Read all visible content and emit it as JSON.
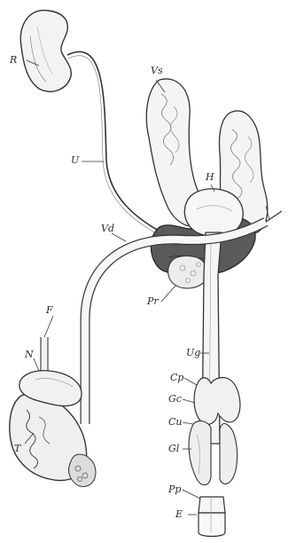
{
  "diagram": {
    "labels": {
      "R": "R",
      "U": "U",
      "Vs": "Vs",
      "H": "H",
      "Vd": "Vd",
      "F": "F",
      "N": "N",
      "T": "T",
      "Pr": "Pr",
      "Ug": "Ug",
      "Cp": "Cp",
      "Gc": "Gc",
      "Cu": "Cu",
      "Gl": "Gl",
      "Pp": "Pp",
      "E": "E"
    }
  }
}
